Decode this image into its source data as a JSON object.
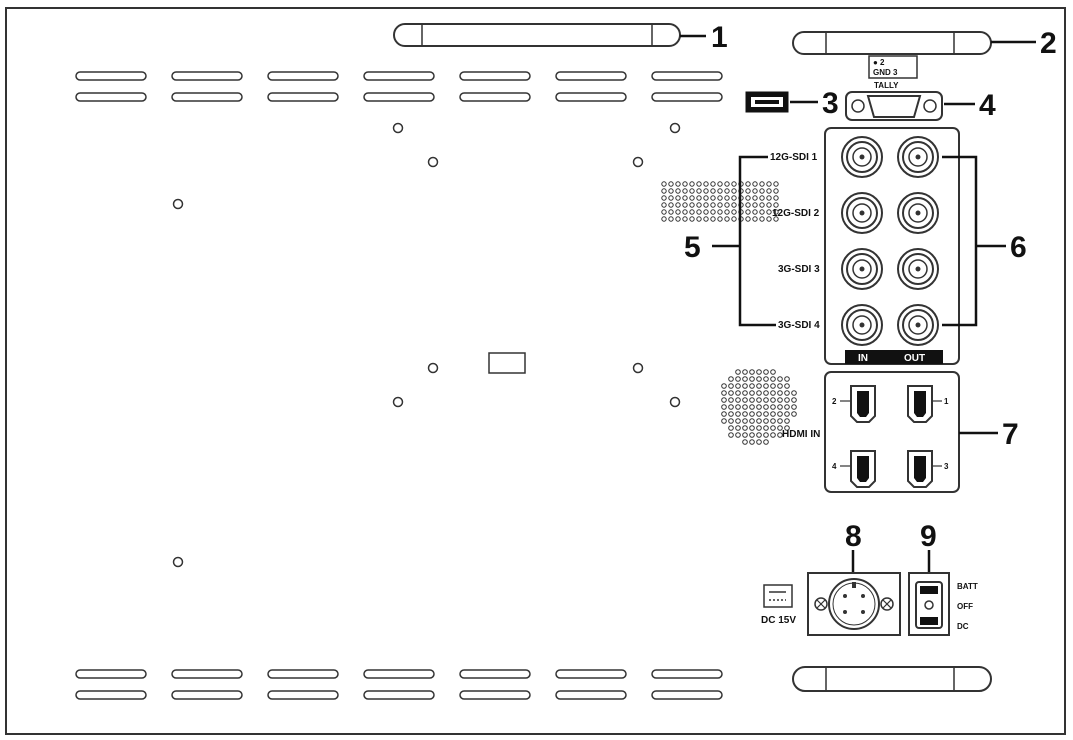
{
  "callouts": {
    "c1": "1",
    "c2": "2",
    "c3": "3",
    "c4": "4",
    "c5": "5",
    "c6": "6",
    "c7": "7",
    "c8": "8",
    "c9": "9"
  },
  "sdi": {
    "labels": [
      "12G-SDI 1",
      "12G-SDI 2",
      "3G-SDI 3",
      "3G-SDI 4"
    ],
    "in_label": "IN",
    "out_label": "OUT"
  },
  "tally": {
    "label": "TALLY",
    "pins": "●  2",
    "gnd": "GND  3"
  },
  "hdmi": {
    "label": "HDMI IN",
    "ports": [
      "2",
      "1",
      "4",
      "3"
    ]
  },
  "power": {
    "dc_label": "DC 15V",
    "switch_batt": "BATT",
    "switch_off": "OFF",
    "switch_dc": "DC"
  }
}
